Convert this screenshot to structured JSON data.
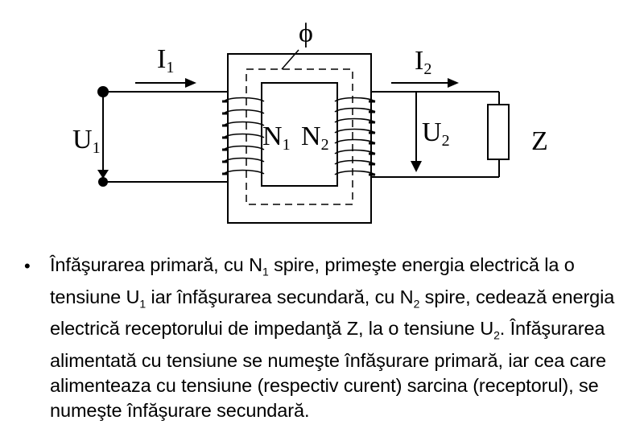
{
  "diagram": {
    "phi": "ϕ",
    "i1": {
      "main": "I",
      "sub": "1"
    },
    "i2": {
      "main": "I",
      "sub": "2"
    },
    "u1": {
      "main": "U",
      "sub": "1"
    },
    "u2": {
      "main": "U",
      "sub": "2"
    },
    "n1": {
      "main": "N",
      "sub": "1"
    },
    "n2": {
      "main": "N",
      "sub": "2"
    },
    "z": "Z"
  },
  "text": {
    "bullet": "•",
    "p1": "Înfăşurarea primară, cu N",
    "n1_sub": "1",
    "p2": " spire, primeşte energia electrică la o tensiune U",
    "u1_sub": "1",
    "p3": " iar înfăşurarea secundară, cu N",
    "n2_sub": "2",
    "p4": " spire, cedează energia electrică receptorului de impedanţă Z, la o tensiune U",
    "u2_sub": "2",
    "p5": ". Înfăşurarea alimentată cu tensiune se numeşte înfăşurare primară, iar cea care alimenteaza cu tensiune (respectiv curent) sarcina (receptorul), se numeşte înfăşurare secundară."
  }
}
